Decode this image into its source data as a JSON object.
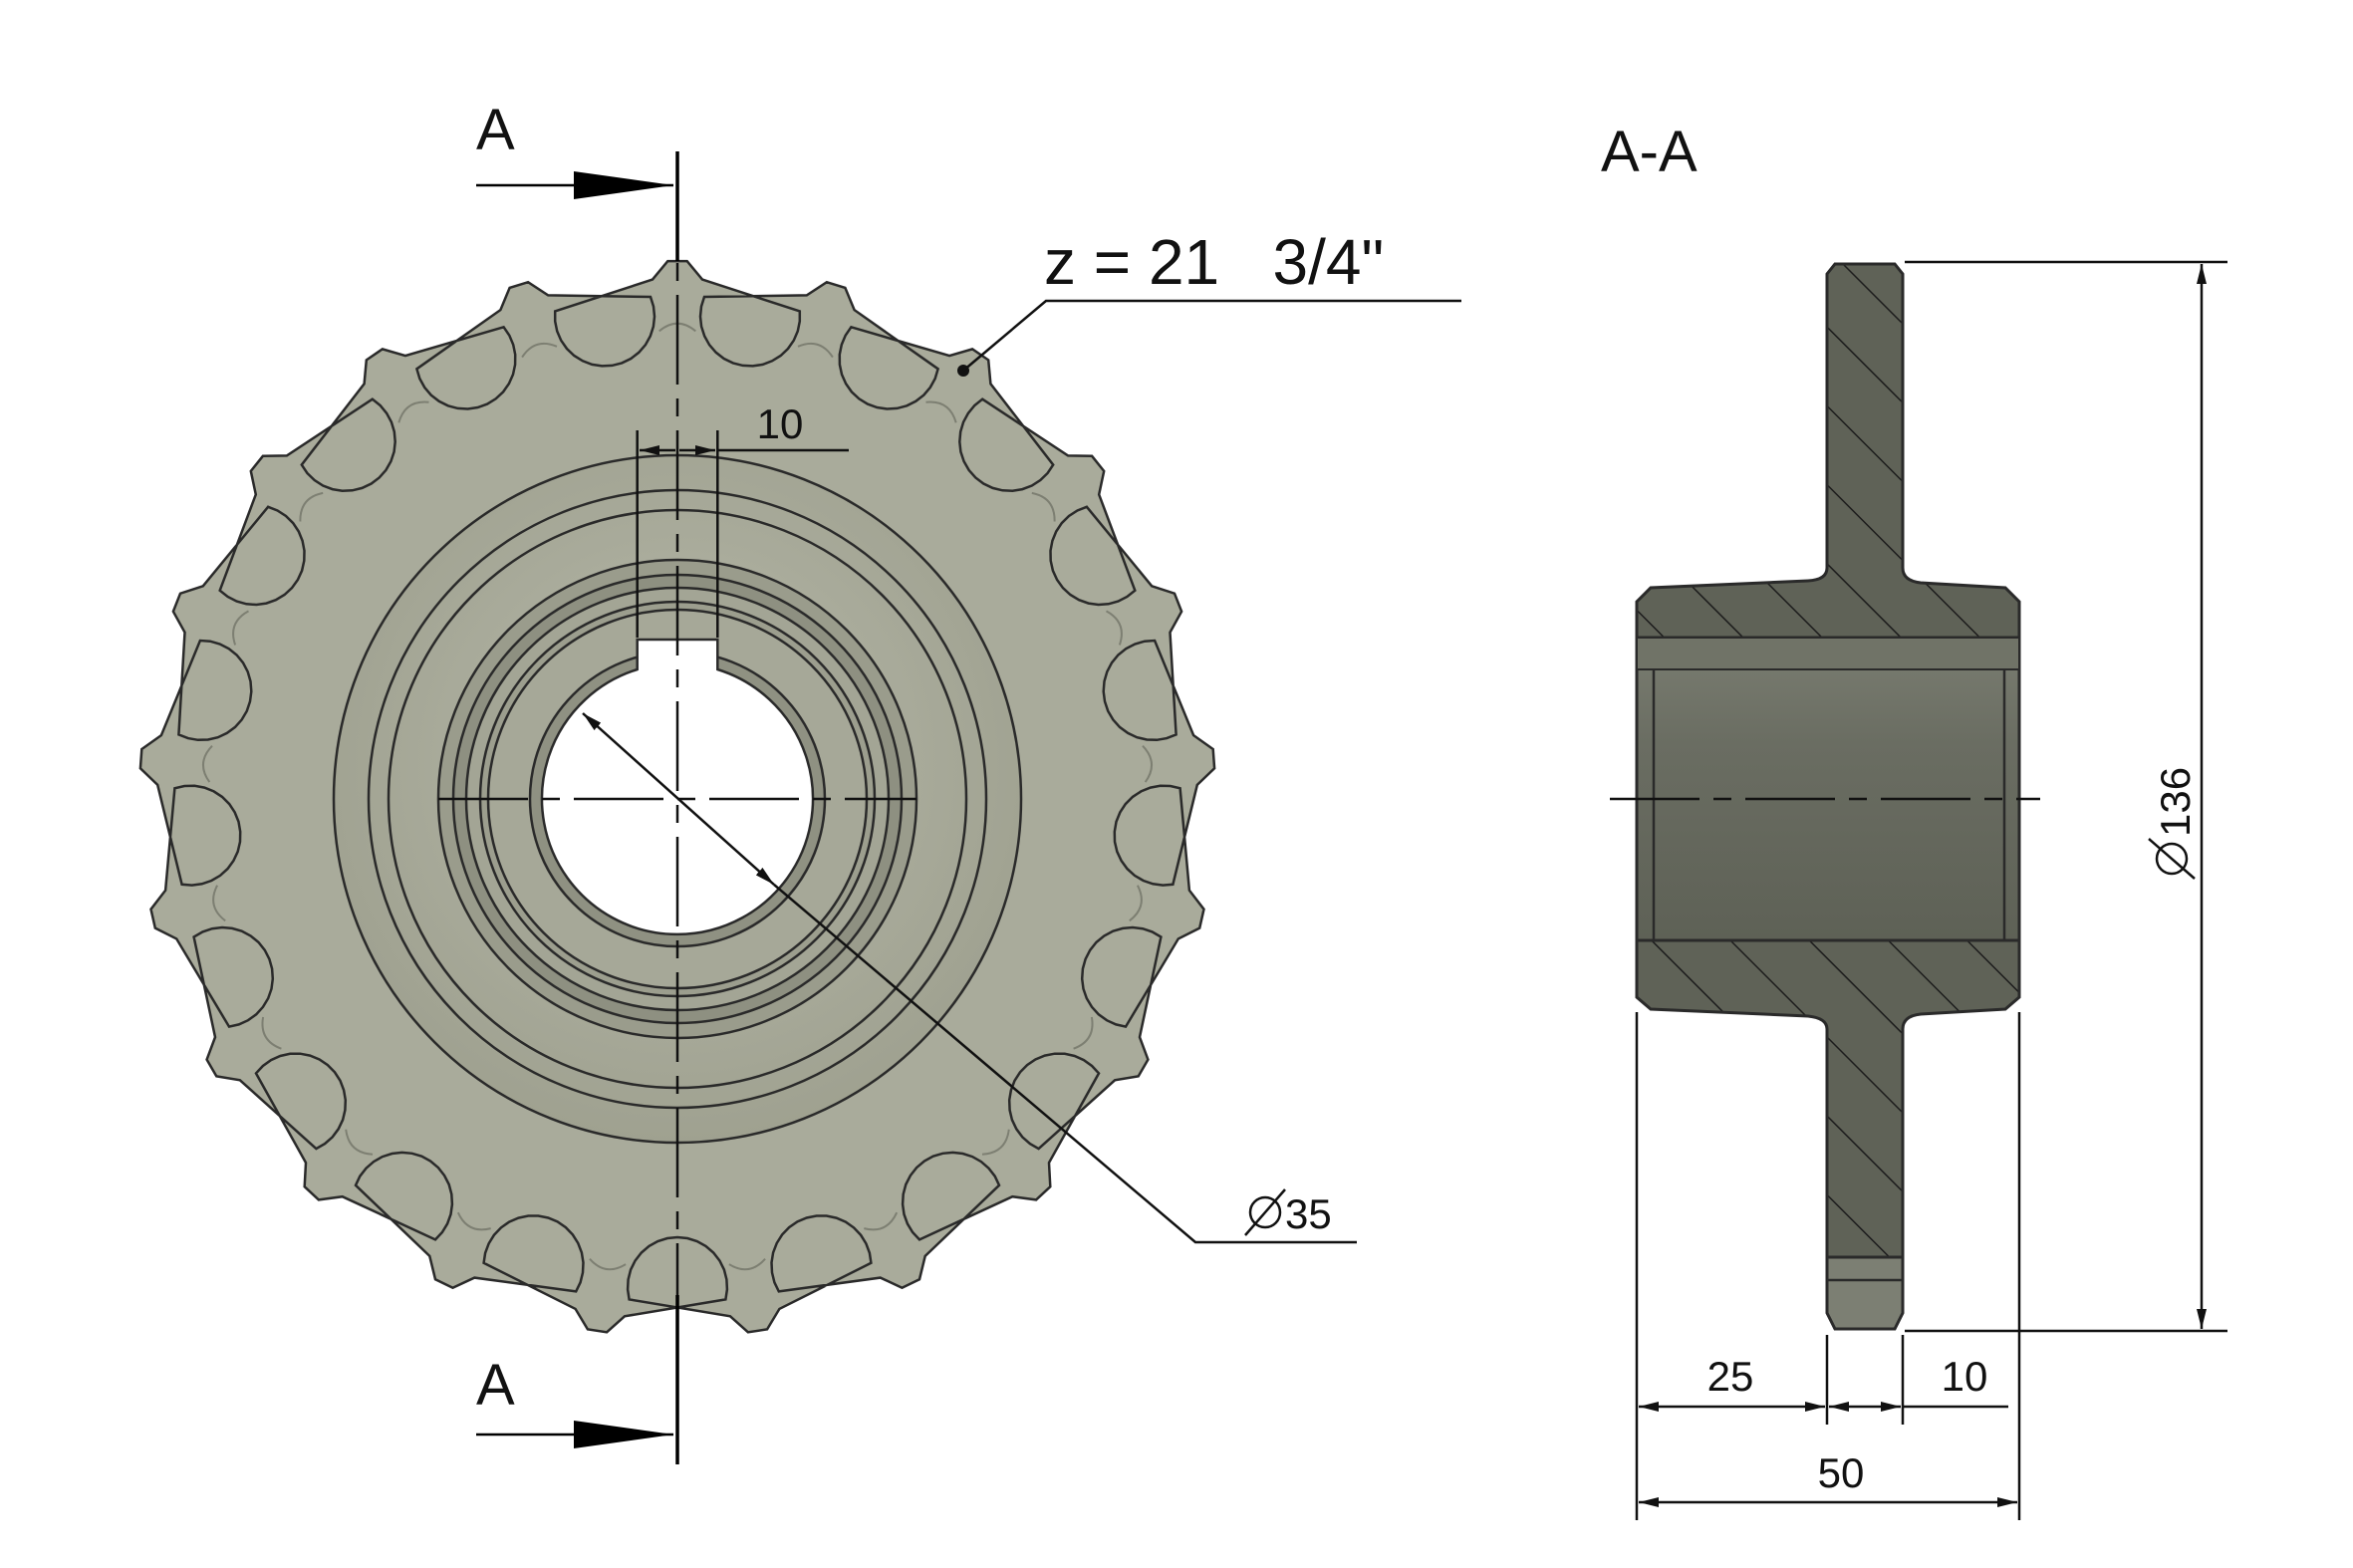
{
  "drawing": {
    "section_marker_top": "A",
    "section_marker_bottom": "A",
    "section_view_title": "A-A",
    "tooth_spec": "z = 21   3/4\"",
    "key_width_dim": "10",
    "bore_diameter_dim": "35",
    "outer_diameter_dim": "136",
    "hub_length_dim": "25",
    "tooth_width_dim": "10",
    "total_length_dim": "50"
  },
  "colors": {
    "part_face": "#a9ab9b",
    "part_edge": "#2a2a2a",
    "section_fill": "#5f6257",
    "bore_inner": "#6b6e63",
    "line": "#111111"
  }
}
